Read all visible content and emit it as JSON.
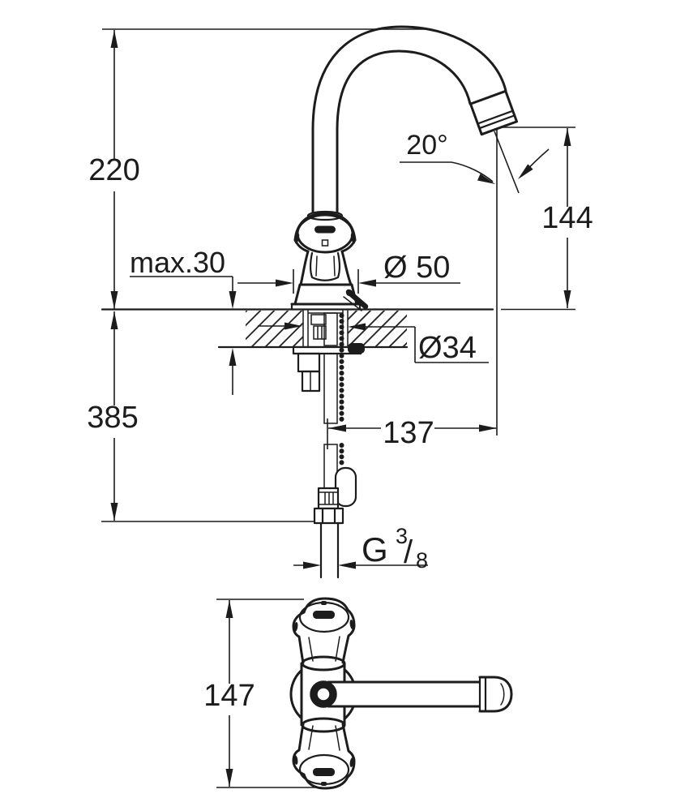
{
  "colors": {
    "line": "#1c1c1c",
    "bg": "#ffffff"
  },
  "labels": {
    "height_above_deck": "220",
    "deck_thickness_max": "max.30",
    "base_diameter": "Ø 50",
    "hole_diameter": "Ø34",
    "below_deck_depth": "385",
    "spout_reach": "137",
    "outlet_height": "144",
    "outlet_angle": "20°",
    "handle_span": "147",
    "thread_letter": "G",
    "thread_numerator": "3",
    "thread_slash": "/",
    "thread_denominator": "8"
  }
}
